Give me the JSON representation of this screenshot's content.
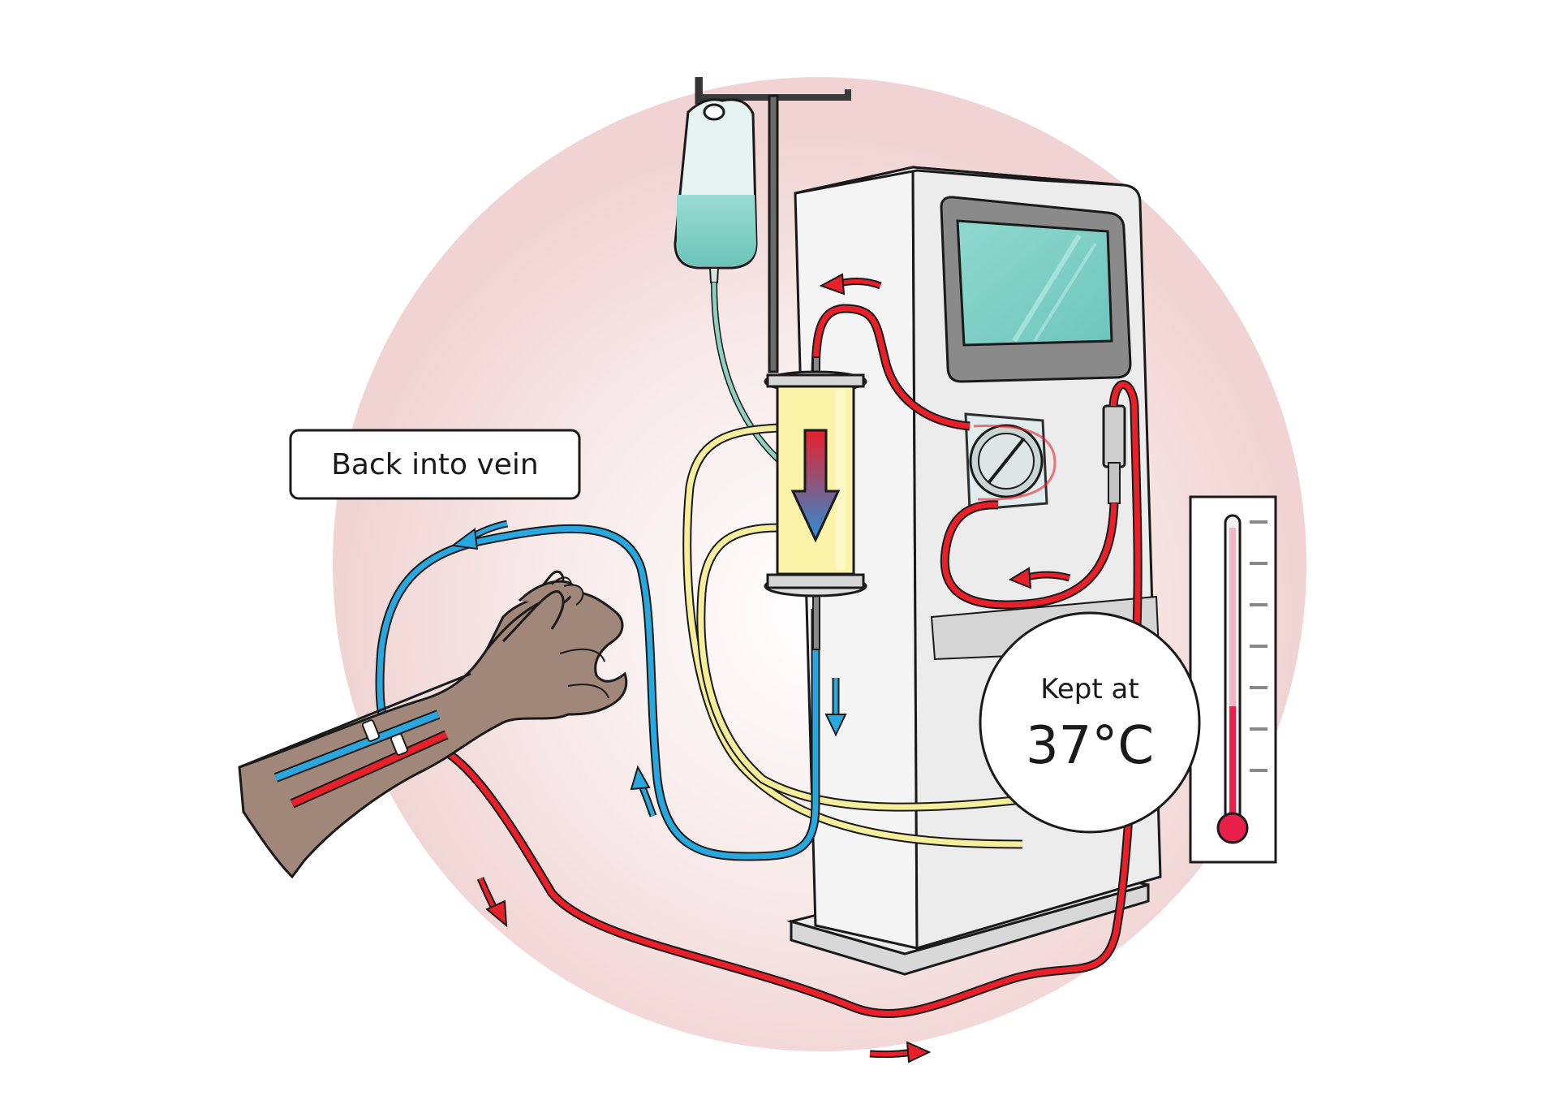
{
  "callouts": {
    "vein_label": "Back into vein",
    "temp_label_line1": "Kept at",
    "temp_label_line2": "37°C"
  },
  "colors": {
    "background_circle": "#f2d9d8",
    "venous_blue": "#29a8df",
    "arterial_red": "#e8202a",
    "dialysate_yellow": "#f5ef9c",
    "filter_yellow": "#fbf3a8",
    "fluid_teal": "#7fcfc4",
    "machine_grey": "#eeeeee",
    "skin": "#a0877a",
    "outline": "#1a1a1a"
  },
  "icons": {
    "machine": "dialysis-machine-icon",
    "iv_bag": "iv-bag-icon",
    "filter": "dialyzer-filter-icon",
    "pump": "blood-pump-icon",
    "thermometer": "thermometer-icon",
    "hand": "hand-icon"
  }
}
